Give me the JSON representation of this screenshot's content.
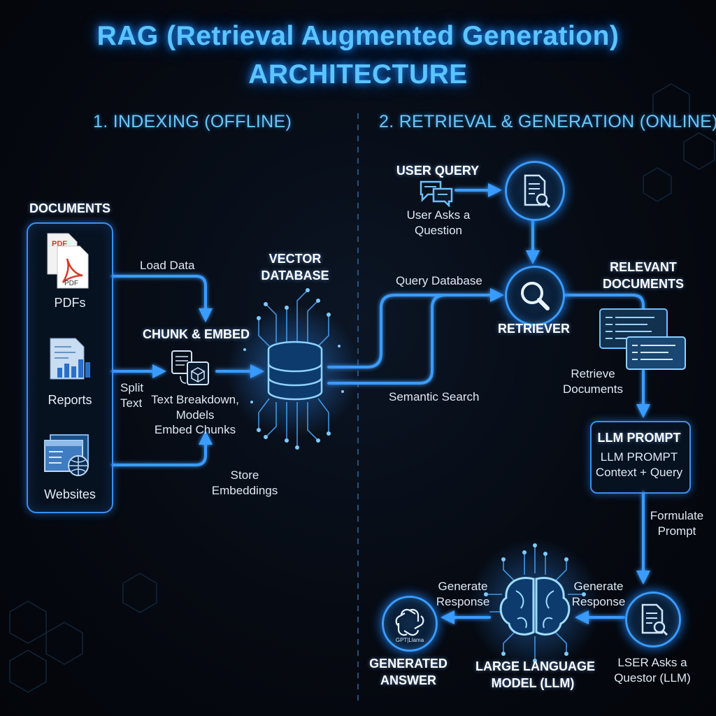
{
  "title": {
    "line1": "RAG (Retrieval Augmented Generation)",
    "line2": "ARCHITECTURE"
  },
  "sections": {
    "indexing": "1. INDEXING (OFFLINE)",
    "retrieval": "2. RETRIEVAL & GENERATION (ONLINE)"
  },
  "documents": {
    "heading": "DOCUMENTS",
    "pdf_badge": "PDF",
    "items": [
      "PDFs",
      "Reports",
      "Websites"
    ]
  },
  "indexing": {
    "load_data": "Load Data",
    "chunk_embed": "CHUNK & EMBED",
    "split_text": [
      "Split",
      "Text"
    ],
    "breakdown": [
      "Text Breakdown,",
      "Models",
      "Embed Chunks"
    ],
    "vector_db": [
      "VECTOR",
      "DATABASE"
    ],
    "store": [
      "Store",
      "Embeddings"
    ]
  },
  "retrieval": {
    "user_query": "USER QUERY",
    "user_asks": [
      "User Asks a",
      "Question"
    ],
    "query_db": "Query Database",
    "semantic_search": "Semantic Search",
    "retriever": "RETRIEVER",
    "relevant_docs": [
      "RELEVANT",
      "DOCUMENTS"
    ],
    "retrieve_docs": [
      "Retrieve",
      "Documents"
    ],
    "prompt_heading": "LLM PROMPT",
    "prompt_body": [
      "LLM PROMPT",
      "Context + Query"
    ],
    "formulate": [
      "Formulate",
      "Prompt"
    ],
    "gen_response_right": [
      "Generate",
      "Response"
    ],
    "gen_response_left": [
      "Generate",
      "Response"
    ],
    "llm": [
      "LARGE LANGUAGE",
      "MODEL (LLM)"
    ],
    "user_asks_llm": [
      "LSER Asks a",
      "Questor (LLM)"
    ],
    "answer": [
      "GENERATED",
      "ANSWER"
    ],
    "answer_badge": "GPT|Llama"
  },
  "colors": {
    "accent": "#3a9cff",
    "glow": "#1e86ff",
    "title": "#5cc4ff",
    "background": "#05080d"
  },
  "icons": [
    "pdf-icon",
    "report-icon",
    "website-icon",
    "chunk-icon",
    "database-icon",
    "chat-icon",
    "document-search-icon",
    "magnifier-icon",
    "relevant-docs-icon",
    "brain-icon",
    "openai-icon",
    "prompt-search-icon"
  ]
}
